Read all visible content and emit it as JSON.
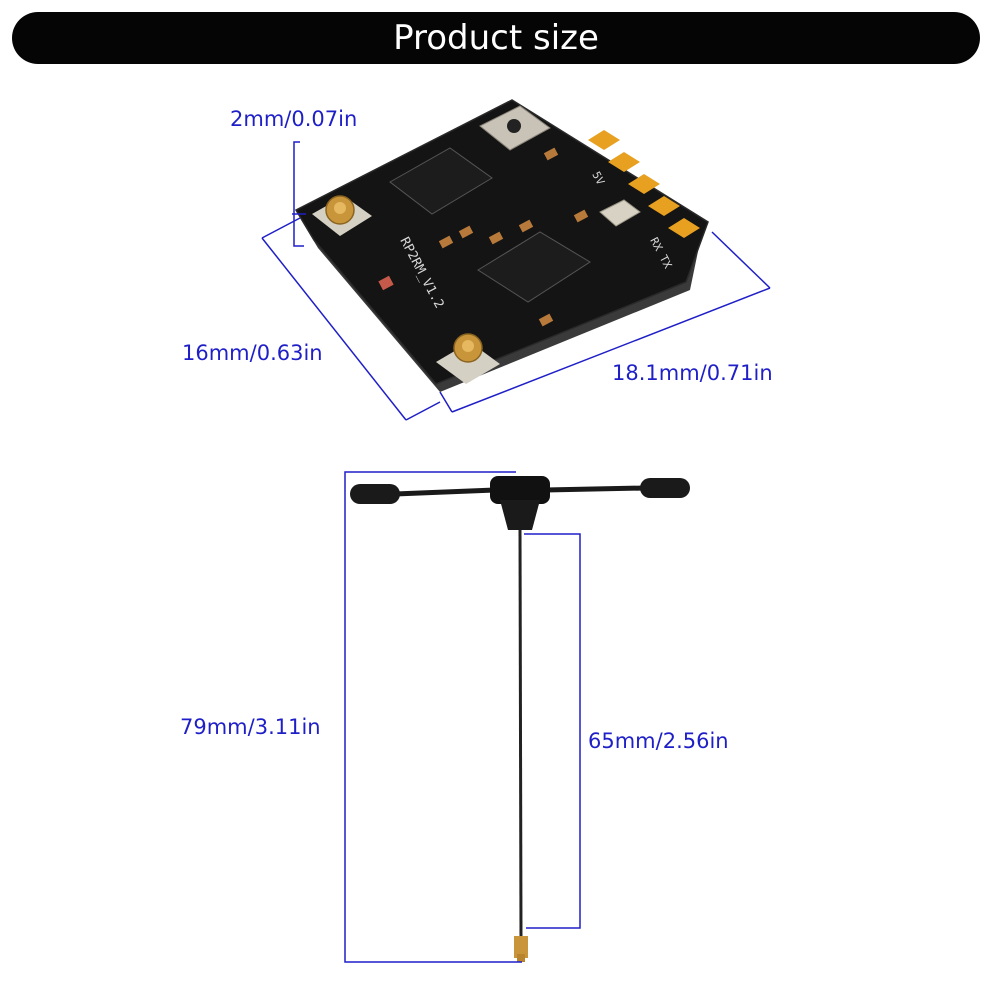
{
  "header": {
    "title": "Product size"
  },
  "dimensions": {
    "board_thickness": "2mm/0.07in",
    "board_width": "16mm/0.63in",
    "board_length": "18.1mm/0.71in",
    "antenna_total_height": "79mm/3.11in",
    "antenna_cable_length": "65mm/2.56in"
  },
  "board_silkscreen": {
    "model": "RP2RM_V1.2",
    "pins": "RX TX",
    "voltage": "5V"
  },
  "colors": {
    "header_bg": "#050505",
    "dimension_blue": "#1f1fc8",
    "pcb_black": "#141414",
    "gold_pad": "#e8a020",
    "antenna_black": "#1a1a1a"
  }
}
